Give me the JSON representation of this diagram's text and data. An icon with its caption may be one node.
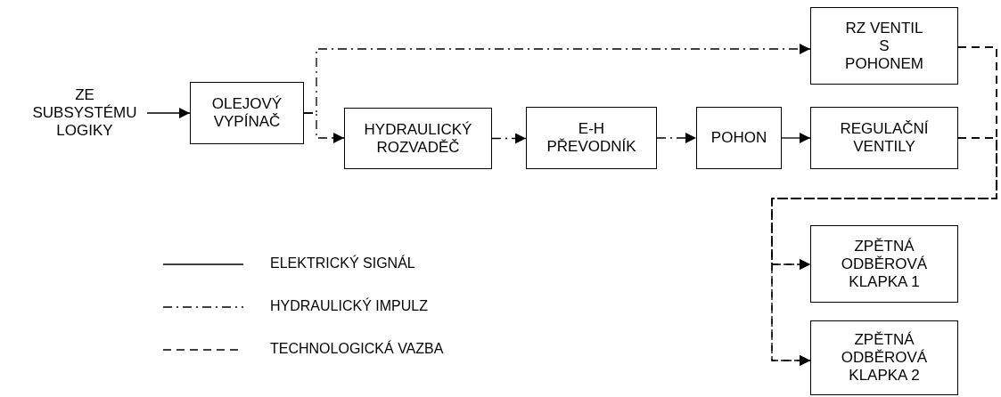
{
  "diagram": {
    "nodes": [
      {
        "text": [
          "ZE SUBSYSTÉMU LOGIKY"
        ]
      },
      {
        "text": [
          "OLEJOVÝ VYPÍNAČ"
        ]
      },
      {
        "text": [
          "HYDRAULICKÝ ROZVADĚČ"
        ]
      },
      {
        "text": [
          "E-H PŘEVODNÍK"
        ]
      },
      {
        "text": [
          "POHON"
        ]
      },
      {
        "text": [
          "REGULAČNÍ VENTILY"
        ]
      },
      {
        "text": [
          "RZ VENTIL S POHONEM"
        ]
      },
      {
        "text": [
          "ZPĚTNÁ ODBĚROVÁ KLAPKA 1"
        ]
      },
      {
        "text": [
          "ZPĚTNÁ ODBĚROVÁ KLAPKA 2"
        ]
      }
    ],
    "edges": [
      {
        "from": 0,
        "to": 1,
        "arrow": "to"
      },
      {
        "from": 1,
        "to": 6,
        "arrow": "to",
        "style": "dashed"
      },
      {
        "from": 1,
        "to": 2,
        "arrow": "to",
        "style": "dashed"
      },
      {
        "from": 2,
        "to": 3,
        "arrow": "to",
        "style": "dashed"
      },
      {
        "from": 3,
        "to": 4,
        "arrow": "to",
        "style": "dashed"
      },
      {
        "from": 4,
        "to": 5,
        "arrow": "to"
      },
      {
        "from": 6,
        "to": 7,
        "arrow": "to",
        "style": "dashed"
      },
      {
        "from": 6,
        "to": 8,
        "arrow": "to",
        "style": "dashed"
      },
      {
        "from": 5,
        "to": 7,
        "arrow": "to",
        "style": "dashed"
      },
      {
        "from": 5,
        "to": 8,
        "arrow": "to",
        "style": "dashed"
      }
    ],
    "legend": [
      {
        "text": "ELEKTRICKÝ SIGNÁL"
      },
      {
        "text": "HYDRAULICKÝ IMPULZ"
      },
      {
        "text": "TECHNOLOGICKÁ VAZBA"
      }
    ]
  }
}
